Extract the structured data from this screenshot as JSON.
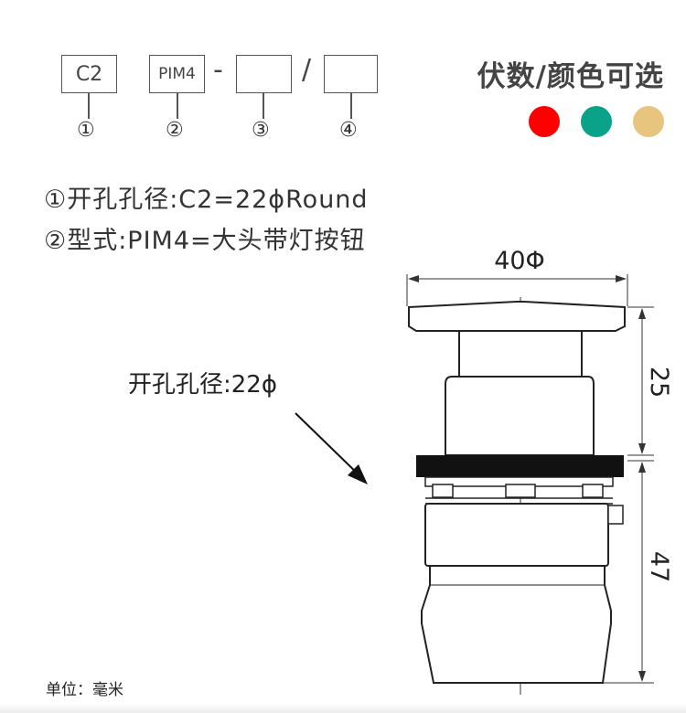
{
  "code": {
    "box1": "C2",
    "box2": "PIM4",
    "box3": "",
    "box4": "",
    "dash": "-",
    "slash": "/",
    "markers": [
      "①",
      "②",
      "③",
      "④"
    ]
  },
  "options": {
    "headline": "伏数/颜色可选",
    "colors": [
      {
        "name": "red",
        "hex": "#ff0000"
      },
      {
        "name": "green",
        "hex": "#0aa38a"
      },
      {
        "name": "yellow",
        "hex": "#e8c57f"
      }
    ]
  },
  "specs": [
    "①开孔孔径:C2=22ϕRound",
    "②型式:PIM4=大头带灯按钮"
  ],
  "drawing": {
    "hole_label": "开孔孔径:22ϕ",
    "dim_width": "40Φ",
    "dim_top": "25",
    "dim_bottom": "47"
  },
  "unit_note": "单位：毫米"
}
